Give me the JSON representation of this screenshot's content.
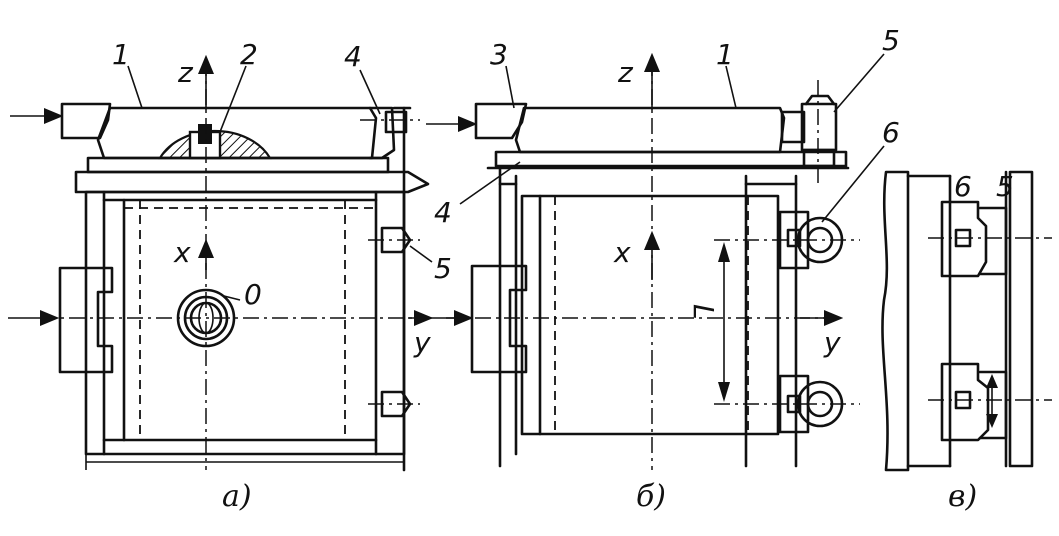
{
  "views": {
    "a": {
      "caption": "а)",
      "axes": {
        "z": "z",
        "x": "x",
        "y": "y"
      },
      "origin": "0",
      "callouts": [
        "1",
        "2",
        "4",
        "5"
      ]
    },
    "b": {
      "caption": "б)",
      "axes": {
        "z": "z",
        "x": "x",
        "y": "y"
      },
      "dimension": "L",
      "callouts": [
        "3",
        "1",
        "5",
        "6",
        "4"
      ]
    },
    "v": {
      "caption": "в)",
      "callouts": [
        "6",
        "5"
      ]
    }
  }
}
